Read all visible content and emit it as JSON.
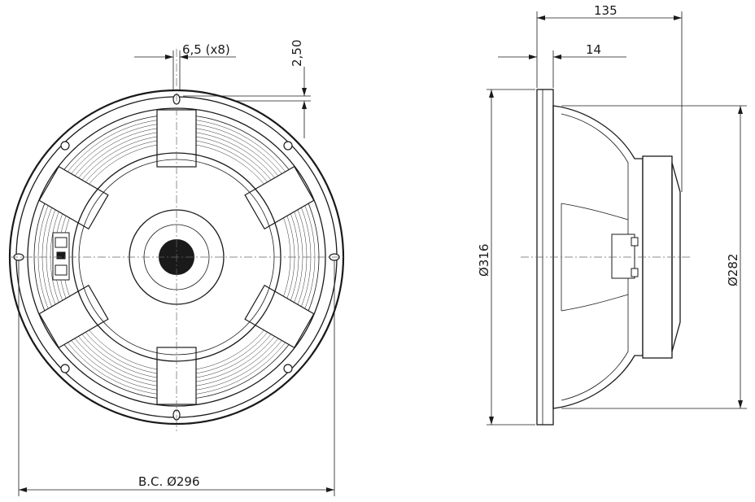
{
  "dimensions": {
    "slot_width": "6,5 (x8)",
    "flange_thickness_top": "2,50",
    "overall_depth": "135",
    "flange_depth": "14",
    "outer_diameter": "Ø316",
    "magnet_diameter": "Ø282",
    "bolt_circle": "B.C. Ø296"
  }
}
